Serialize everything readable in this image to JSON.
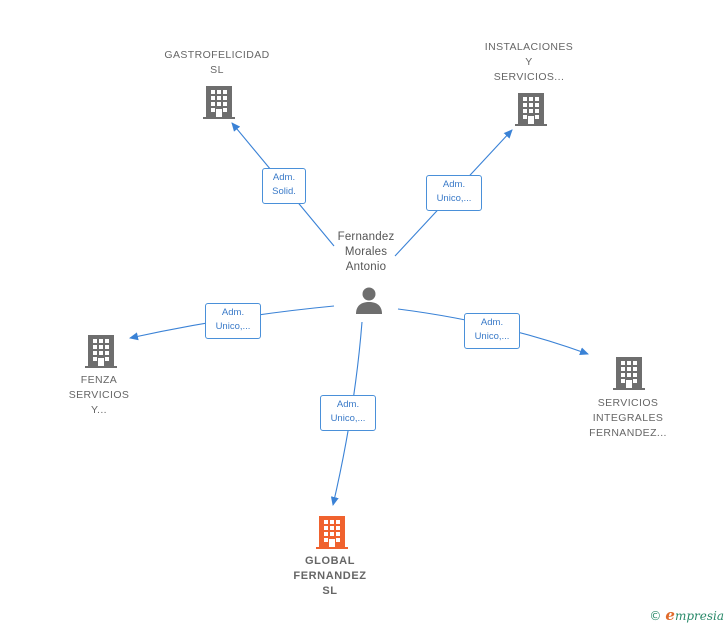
{
  "colors": {
    "edge": "#3a82d6",
    "building_gray": "#6e6e6e",
    "building_main": "#f0622e",
    "person": "#6e6e6e"
  },
  "person": {
    "name_lines": [
      "Fernandez",
      "Morales",
      "Antonio"
    ],
    "icon": "person-icon"
  },
  "companies": [
    {
      "id": "gastrofelicidad",
      "lines": [
        "GASTROFELICIDAD",
        "SL"
      ],
      "icon": "building-icon",
      "main": false
    },
    {
      "id": "instalaciones",
      "lines": [
        "INSTALACIONES",
        "Y",
        "SERVICIOS..."
      ],
      "icon": "building-icon",
      "main": false
    },
    {
      "id": "fenza",
      "lines": [
        "FENZA",
        "SERVICIOS",
        "Y..."
      ],
      "icon": "building-icon",
      "main": false
    },
    {
      "id": "servicios-integrales",
      "lines": [
        "SERVICIOS",
        "INTEGRALES",
        "FERNANDEZ..."
      ],
      "icon": "building-icon",
      "main": false
    },
    {
      "id": "global-fernandez",
      "lines": [
        "GLOBAL",
        "FERNANDEZ",
        "SL"
      ],
      "icon": "building-icon",
      "main": true
    }
  ],
  "roles": [
    {
      "target": "gastrofelicidad",
      "lines": [
        "Adm.",
        "Solid."
      ]
    },
    {
      "target": "instalaciones",
      "lines": [
        "Adm.",
        "Unico,..."
      ]
    },
    {
      "target": "fenza",
      "lines": [
        "Adm.",
        "Unico,..."
      ]
    },
    {
      "target": "servicios-integrales",
      "lines": [
        "Adm.",
        "Unico,..."
      ]
    },
    {
      "target": "global-fernandez",
      "lines": [
        "Adm.",
        "Unico,..."
      ]
    }
  ],
  "footer": {
    "copyright": "©",
    "brand_initial": "e",
    "brand_rest": "mpresia"
  }
}
